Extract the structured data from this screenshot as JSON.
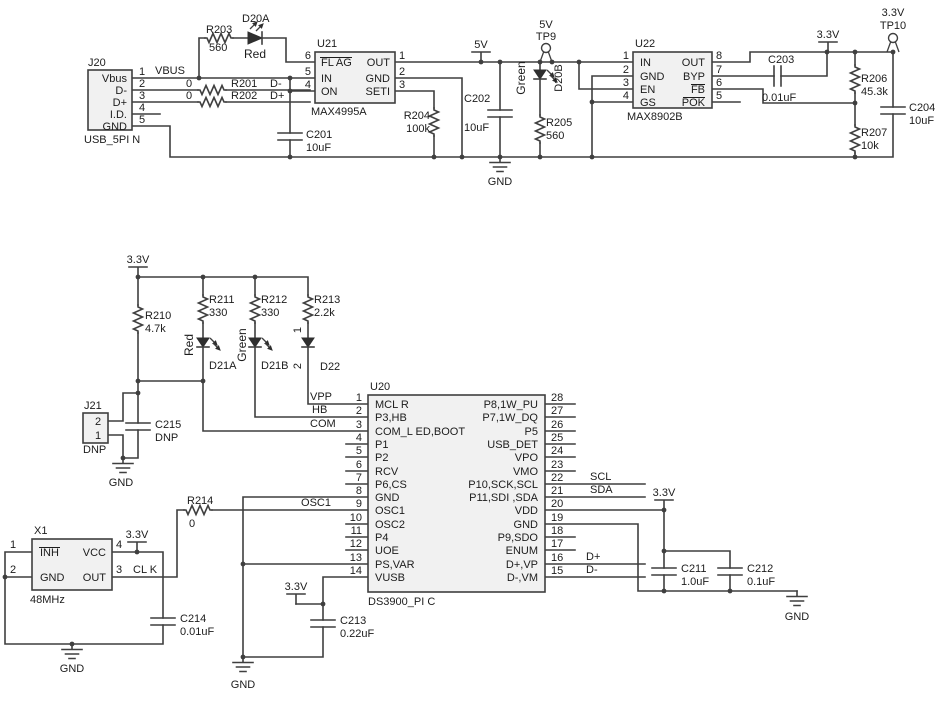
{
  "colors": {
    "line": "#3f3f3f",
    "ic_fill": "#f1f1f1",
    "text": "#1c1c1c",
    "background": "#ffffff"
  },
  "nets": {
    "vbus": "VBUS",
    "dminus": "D-",
    "dplus": "D+",
    "v5": "5V",
    "v33": "3.3V",
    "gnd": "GND",
    "scl": "SCL",
    "sda": "SDA",
    "vpp": "VPP",
    "hb": "HB",
    "com": "COM",
    "osc1": "OSC1",
    "clk": "CL K"
  },
  "j20": {
    "ref": "J20",
    "footer": "USB_5PI N",
    "pin_numbers": [
      "1",
      "2",
      "3",
      "4",
      "5"
    ],
    "pins": [
      "Vbus",
      "D-",
      "D+",
      "I.D.",
      "GND"
    ]
  },
  "j21": {
    "ref": "J21",
    "dnp": "DNP",
    "pin2": "2",
    "pin1": "1"
  },
  "u21": {
    "ref": "U21",
    "part": "MAX4995A",
    "left": [
      {
        "n": "6",
        "l": "FL AG"
      },
      {
        "n": "5",
        "l": "IN"
      },
      {
        "n": "4",
        "l": "ON"
      }
    ],
    "right": [
      {
        "n": "1",
        "l": "OUT"
      },
      {
        "n": "2",
        "l": "GND"
      },
      {
        "n": "3",
        "l": "SETI"
      }
    ]
  },
  "u22": {
    "ref": "U22",
    "part": "MAX8902B",
    "left": [
      {
        "n": "1",
        "l": "IN"
      },
      {
        "n": "2",
        "l": "GND"
      },
      {
        "n": "3",
        "l": "EN"
      },
      {
        "n": "4",
        "l": "GS"
      }
    ],
    "right": [
      {
        "n": "8",
        "l": "OUT"
      },
      {
        "n": "7",
        "l": "BYP"
      },
      {
        "n": "6",
        "l": "FB"
      },
      {
        "n": "5",
        "l": "POK"
      }
    ]
  },
  "u20": {
    "ref": "U20",
    "part": "DS3900_PI C",
    "left": [
      {
        "n": "1",
        "l": "MCL R"
      },
      {
        "n": "2",
        "l": "P3,HB"
      },
      {
        "n": "3",
        "l": "COM_L ED,BOOT"
      },
      {
        "n": "4",
        "l": "P1"
      },
      {
        "n": "5",
        "l": "P2"
      },
      {
        "n": "6",
        "l": "RCV"
      },
      {
        "n": "7",
        "l": "P6,CS"
      },
      {
        "n": "8",
        "l": "GND"
      },
      {
        "n": "9",
        "l": "OSC1"
      },
      {
        "n": "10",
        "l": "OSC2"
      },
      {
        "n": "11",
        "l": "P4"
      },
      {
        "n": "12",
        "l": "UOE"
      },
      {
        "n": "13",
        "l": "PS,VAR"
      },
      {
        "n": "14",
        "l": "VUSB"
      }
    ],
    "right": [
      {
        "n": "28",
        "l": "P8,1W_PU"
      },
      {
        "n": "27",
        "l": "P7,1W_DQ"
      },
      {
        "n": "26",
        "l": "P5"
      },
      {
        "n": "25",
        "l": "USB_DET"
      },
      {
        "n": "24",
        "l": "VPO"
      },
      {
        "n": "23",
        "l": "VMO"
      },
      {
        "n": "22",
        "l": "P10,SCK,SCL"
      },
      {
        "n": "21",
        "l": "P11,SDI ,SDA"
      },
      {
        "n": "20",
        "l": "VDD"
      },
      {
        "n": "19",
        "l": "GND"
      },
      {
        "n": "18",
        "l": "P9,SDO"
      },
      {
        "n": "17",
        "l": "ENUM"
      },
      {
        "n": "16",
        "l": "D+,VP"
      },
      {
        "n": "15",
        "l": "D-,VM"
      }
    ]
  },
  "x1": {
    "ref": "X1",
    "part": "48MHz",
    "p1n": "1",
    "p1l": "INH",
    "p2n": "2",
    "p2l": "GND",
    "p4n": "4",
    "p4l": "VCC",
    "p3n": "3",
    "p3l": "OUT"
  },
  "resistors": {
    "r201": {
      "ref": "R201",
      "val": "0"
    },
    "r202": {
      "ref": "R202",
      "val": "0"
    },
    "r203": {
      "ref": "R203",
      "val": "560"
    },
    "r204": {
      "ref": "R204",
      "val": "100k"
    },
    "r205": {
      "ref": "R205",
      "val": "560"
    },
    "r206": {
      "ref": "R206",
      "val": "45.3k"
    },
    "r207": {
      "ref": "R207",
      "val": "10k"
    },
    "r210": {
      "ref": "R210",
      "val": "4.7k"
    },
    "r211": {
      "ref": "R211",
      "val": "330"
    },
    "r212": {
      "ref": "R212",
      "val": "330"
    },
    "r213": {
      "ref": "R213",
      "val": "2.2k"
    },
    "r214": {
      "ref": "R214",
      "val": "0"
    }
  },
  "capacitors": {
    "c201": {
      "ref": "C201",
      "val": "10uF"
    },
    "c202": {
      "ref": "C202",
      "val": "10uF"
    },
    "c203": {
      "ref": "C203",
      "val": "0.01uF"
    },
    "c204": {
      "ref": "C204",
      "val": "10uF"
    },
    "c211": {
      "ref": "C211",
      "val": "1.0uF"
    },
    "c212": {
      "ref": "C212",
      "val": "0.1uF"
    },
    "c213": {
      "ref": "C213",
      "val": "0.22uF"
    },
    "c214": {
      "ref": "C214",
      "val": "0.01uF"
    },
    "c215": {
      "ref": "C215",
      "val": "DNP"
    }
  },
  "leds": {
    "d20a": {
      "ref": "D20A",
      "color": "Red"
    },
    "d20b": {
      "ref": "D20B",
      "color": "Green"
    },
    "d21a": {
      "ref": "D21A",
      "color": "Red"
    },
    "d21b": {
      "ref": "D21B",
      "color": "Green"
    },
    "d22": {
      "ref": "D22",
      "pin1": "1",
      "pin2": "2"
    }
  },
  "testpoints": {
    "tp9": {
      "ref": "TP9",
      "net": "5V"
    },
    "tp10": {
      "ref": "TP10",
      "net": "3.3V"
    }
  }
}
